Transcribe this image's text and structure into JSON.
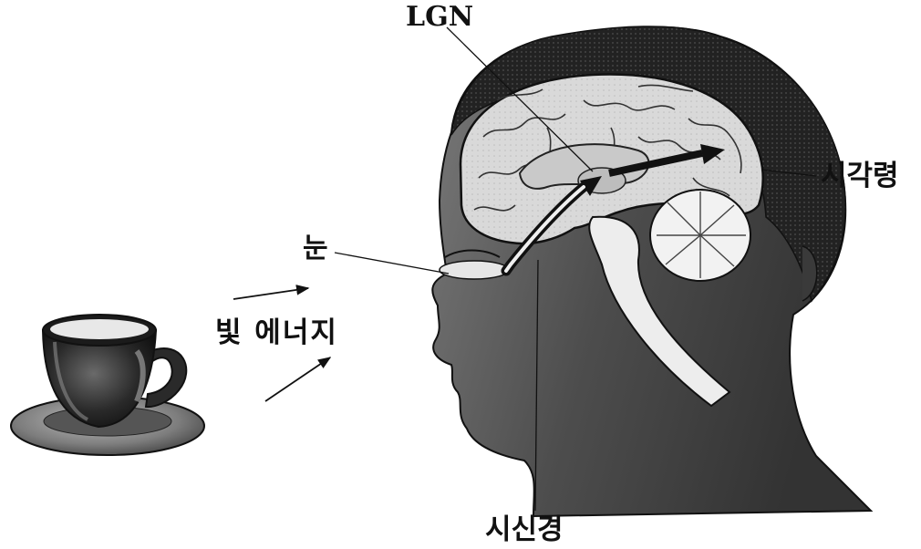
{
  "labels": {
    "lgn": "LGN",
    "visual_cortex": "시각령",
    "eye": "눈",
    "light_energy": "빛 에너지",
    "optic_nerve": "시신경"
  }
}
